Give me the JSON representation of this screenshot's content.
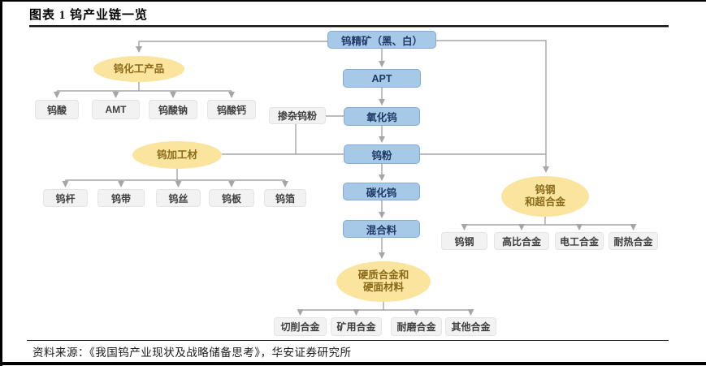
{
  "figure": {
    "title": "图表 1 钨产业链一览",
    "source": "资料来源：《我国钨产业现状及战略储备思考》，华安证券研究所"
  },
  "colors": {
    "chain_box_fill": "#A6C9E8",
    "chain_box_border": "#82ABD6",
    "chain_box_text": "#1F3864",
    "ellipse_fill": "#FBE49D",
    "ellipse_text": "#8A6A1B",
    "gray_box_fill": "#F2F2F2",
    "gray_box_border": "#E4E4E4",
    "gray_box_text": "#3F3F3F",
    "connector": "#A6A6A6"
  },
  "nodes": {
    "chain": {
      "ore": "钨精矿（黑、白）",
      "apt": "APT",
      "oxide": "氧化钨",
      "powder": "钨粉",
      "carbide": "碳化钨",
      "mixture": "混合料"
    },
    "doped_powder": "掺杂钨粉",
    "groups": {
      "chemical": {
        "label": "钨化工产品",
        "items": [
          "钨酸",
          "AMT",
          "钨酸钠",
          "钨酸钙"
        ]
      },
      "processed": {
        "label": "钨加工材",
        "items": [
          "钨杆",
          "钨带",
          "钨丝",
          "钨板",
          "钨箔"
        ]
      },
      "steel": {
        "label_line1": "钨钢",
        "label_line2": "和超合金",
        "items": [
          "钨钢",
          "高比合金",
          "电工合金",
          "耐热合金"
        ]
      },
      "hard": {
        "label_line1": "硬质合金和",
        "label_line2": "硬面材料",
        "items": [
          "切削合金",
          "矿用合金",
          "耐磨合金",
          "其他合金"
        ]
      }
    }
  }
}
